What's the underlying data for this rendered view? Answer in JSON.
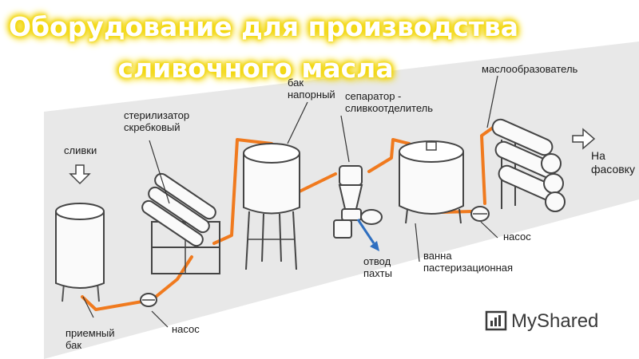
{
  "title": {
    "line1": "Оборудование для производства",
    "line2": "сливочного масла"
  },
  "labels": {
    "cream": "сливки",
    "receiving_tank": "приемный\nбак",
    "pump1": "насос",
    "sterilizer": "стерилизатор\nскребковый",
    "pressure_tank": "бак\nнапорный",
    "separator": "сепаратор -\nсливкоотделитель",
    "buttermilk": "отвод\nпахты",
    "pasteurization_bath": "ванна\nпастеризационная",
    "pump2": "насос",
    "butter_maker": "маслообразователь",
    "packing": "На\nфасовку"
  },
  "watermark": {
    "brand": "MyShared"
  },
  "colors": {
    "pipe": "#f07a1e",
    "band": "#e8e8e8",
    "title_glow": "#f2d60a",
    "buttermilk_arrow": "#2f6fc0"
  }
}
